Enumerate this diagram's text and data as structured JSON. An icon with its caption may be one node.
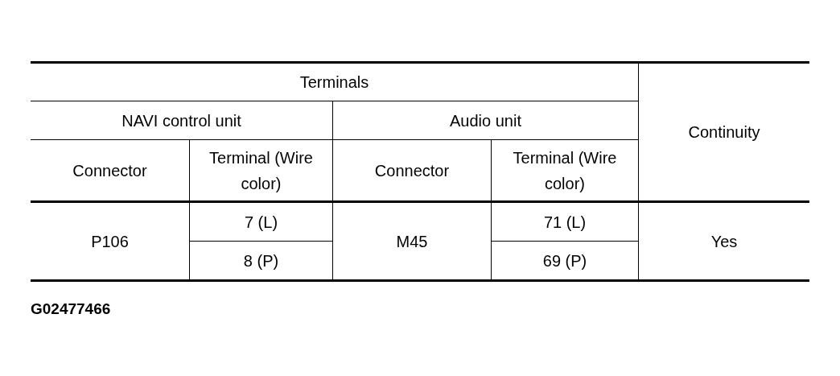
{
  "diagram": {
    "caption": "G02477466",
    "labels": [
      "Terminals",
      "Continuity",
      "NAVI control unit",
      "Audio unit",
      "Connector",
      "Terminal (Wire color)",
      "Connector",
      "Terminal (Wire color)",
      "P106",
      "7 (L)",
      "M45",
      "71 (L)",
      "Yes",
      "8 (P)",
      "69 (P)"
    ]
  }
}
